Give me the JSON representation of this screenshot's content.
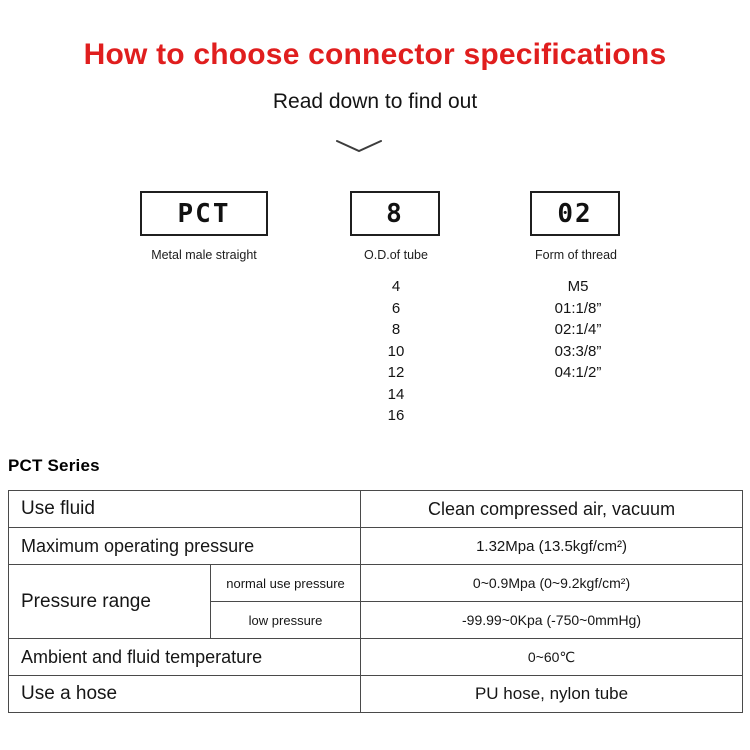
{
  "header": {
    "title": "How to choose connector specifications",
    "subtitle": "Read down to find out"
  },
  "selector": {
    "columns": [
      {
        "code": "PCT",
        "label": "Metal male straight"
      },
      {
        "code": "8",
        "label": "O.D.of tube",
        "options": [
          "4",
          "6",
          "8",
          "10",
          "12",
          "14",
          "16"
        ]
      },
      {
        "code": "02",
        "label": "Form of thread",
        "options": [
          "M5",
          "01:1/8”",
          "02:1/4”",
          "03:3/8”",
          "04:1/2”"
        ]
      }
    ]
  },
  "series": {
    "heading": "PCT Series"
  },
  "spec_table": {
    "rows": {
      "use_fluid": {
        "label": "Use fluid",
        "value": "Clean compressed air, vacuum"
      },
      "max_pressure": {
        "label": "Maximum operating pressure",
        "value": "1.32Mpa (13.5kgf/cm²)"
      },
      "pressure_range": {
        "label": "Pressure range",
        "normal": {
          "label": "normal use pressure",
          "value": "0~0.9Mpa (0~9.2kgf/cm²)"
        },
        "low": {
          "label": "low pressure",
          "value": "-99.99~0Kpa (-750~0mmHg)"
        }
      },
      "temperature": {
        "label": "Ambient and fluid temperature",
        "value": "0~60℃"
      },
      "hose": {
        "label": "Use a hose",
        "value": "PU hose, nylon tube"
      }
    }
  },
  "colors": {
    "title_red": "#e01e1e",
    "row_beige": "#f1e3cc",
    "border_gray": "#4a4a4a"
  }
}
